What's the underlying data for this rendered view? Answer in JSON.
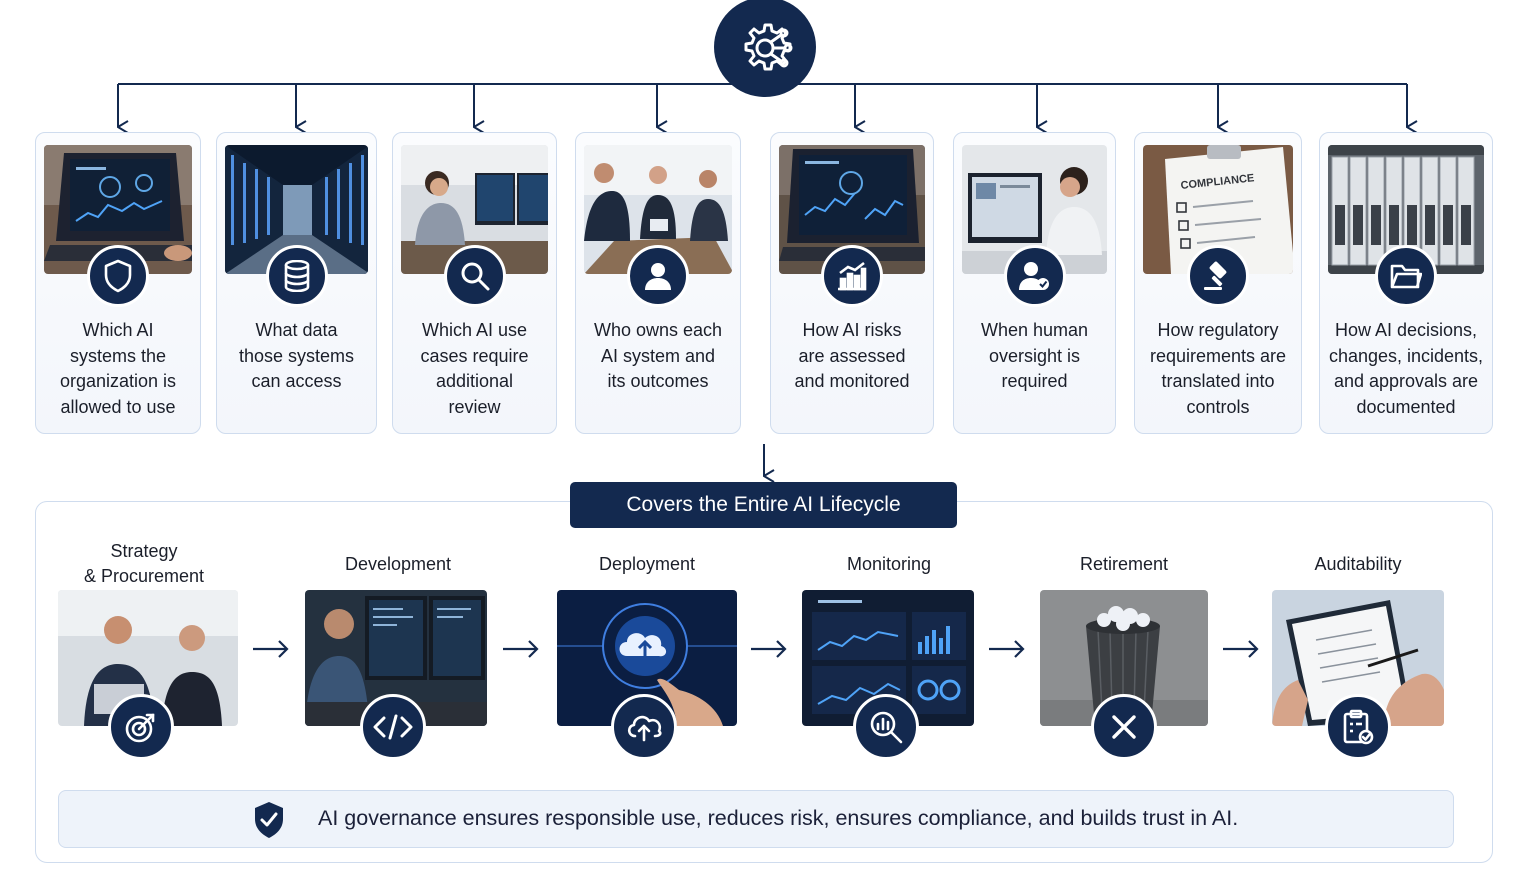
{
  "hub": {
    "icon": "gear-network-icon"
  },
  "cards": [
    {
      "text": "Which AI\nsystems the\norganization is\nallowed to use",
      "icon": "shield-icon",
      "photo": "laptop-dashboard-photo"
    },
    {
      "text": "What data\nthose systems\ncan access",
      "icon": "database-icon",
      "photo": "server-room-photo"
    },
    {
      "text": "Which AI use\ncases require\nadditional\nreview",
      "icon": "search-icon",
      "photo": "analyst-desk-photo"
    },
    {
      "text": "Who owns each\nAI system and\nits outcomes",
      "icon": "person-icon",
      "photo": "meeting-photo"
    },
    {
      "text": "How AI risks\nare assessed\nand monitored",
      "icon": "bar-chart-icon",
      "photo": "risk-dashboard-photo"
    },
    {
      "text": "When human\noversight is\nrequired",
      "icon": "user-check-icon",
      "photo": "oversight-photo"
    },
    {
      "text": "How regulatory\nrequirements are\ntranslated into\ncontrols",
      "icon": "gavel-icon",
      "photo": "compliance-checklist-photo",
      "photo_caption": "COMPLIANCE"
    },
    {
      "text": "How AI decisions,\nchanges, incidents,\nand approvals are\ndocumented",
      "icon": "folder-icon",
      "photo": "binders-photo"
    }
  ],
  "lifecycle": {
    "title": "Covers the Entire AI Lifecycle",
    "stages": [
      {
        "label": "Strategy\n& Procurement",
        "icon": "target-icon",
        "photo": "business-meeting-photo"
      },
      {
        "label": "Development",
        "icon": "code-icon",
        "photo": "developer-photo"
      },
      {
        "label": "Deployment",
        "icon": "cloud-upload-icon",
        "photo": "cloud-deploy-photo"
      },
      {
        "label": "Monitoring",
        "icon": "magnify-chart-icon",
        "photo": "monitoring-dashboard-photo"
      },
      {
        "label": "Retirement",
        "icon": "close-icon",
        "photo": "trash-bin-photo"
      },
      {
        "label": "Auditability",
        "icon": "clipboard-check-icon",
        "photo": "audit-checklist-photo"
      }
    ]
  },
  "summary": {
    "icon": "shield-check-icon",
    "text": "AI governance ensures responsible use, reduces risk, ensures compliance, and builds trust in AI."
  },
  "colors": {
    "navy": "#13294f",
    "border": "#cfdcee",
    "panel": "#eef3fa"
  }
}
